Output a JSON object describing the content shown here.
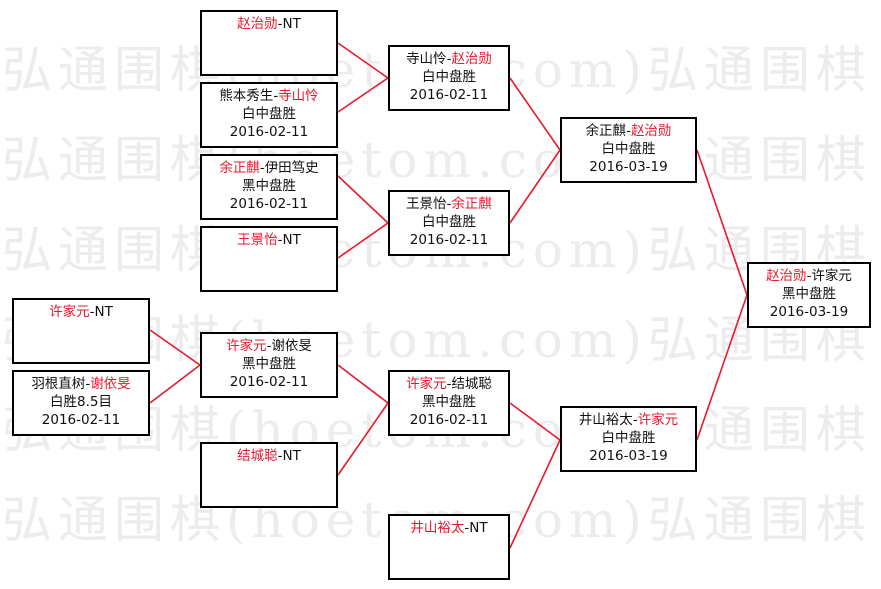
{
  "colors": {
    "winner": "#e8192c",
    "connector": "#e8192c",
    "border": "#000000",
    "watermark": "#ececec"
  },
  "watermark": {
    "rows": [
      "弘通围棋(hoetom.com)弘通围棋",
      "弘通围棋(hoetom.com)弘通围棋",
      "弘通围棋(hoetom.com)弘通围棋",
      "弘通围棋(hoetom.com)弘通围棋",
      "弘通围棋(hoetom.com)弘通围棋",
      "弘通围棋(hoetom.com)弘通围棋"
    ]
  },
  "bracket": {
    "matches": [
      {
        "id": "r1a",
        "p1": "赵治勋",
        "p2": "NT",
        "winner": 1,
        "result": "",
        "date": ""
      },
      {
        "id": "r1b",
        "p1": "熊本秀生",
        "p2": "寺山怜",
        "winner": 2,
        "result": "白中盘胜",
        "date": "2016-02-11"
      },
      {
        "id": "r1c",
        "p1": "余正麒",
        "p2": "伊田笃史",
        "winner": 1,
        "result": "黑中盘胜",
        "date": "2016-02-11"
      },
      {
        "id": "r1d",
        "p1": "王景怡",
        "p2": "NT",
        "winner": 1,
        "result": "",
        "date": ""
      },
      {
        "id": "r1e",
        "p1": "许家元",
        "p2": "NT",
        "winner": 1,
        "result": "",
        "date": ""
      },
      {
        "id": "r1f",
        "p1": "羽根直树",
        "p2": "谢依旻",
        "winner": 2,
        "result": "白胜8.5目",
        "date": "2016-02-11"
      },
      {
        "id": "r2a",
        "p1": "寺山怜",
        "p2": "赵治勋",
        "winner": 2,
        "result": "白中盘胜",
        "date": "2016-02-11"
      },
      {
        "id": "r2b",
        "p1": "王景怡",
        "p2": "余正麒",
        "winner": 2,
        "result": "白中盘胜",
        "date": "2016-02-11"
      },
      {
        "id": "r2c",
        "p1": "许家元",
        "p2": "谢依旻",
        "winner": 1,
        "result": "黑中盘胜",
        "date": "2016-02-11"
      },
      {
        "id": "r2d",
        "p1": "结城聪",
        "p2": "NT",
        "winner": 1,
        "result": "",
        "date": ""
      },
      {
        "id": "r3a",
        "p1": "许家元",
        "p2": "结城聪",
        "winner": 1,
        "result": "黑中盘胜",
        "date": "2016-02-11"
      },
      {
        "id": "r3b",
        "p1": "井山裕太",
        "p2": "NT",
        "winner": 1,
        "result": "",
        "date": ""
      },
      {
        "id": "r4a",
        "p1": "余正麒",
        "p2": "赵治勋",
        "winner": 2,
        "result": "白中盘胜",
        "date": "2016-03-19"
      },
      {
        "id": "r4b",
        "p1": "井山裕太",
        "p2": "许家元",
        "winner": 2,
        "result": "白中盘胜",
        "date": "2016-03-19"
      },
      {
        "id": "final",
        "p1": "赵治勋",
        "p2": "许家元",
        "winner": 1,
        "result": "黑中盘胜",
        "date": "2016-03-19"
      }
    ]
  }
}
